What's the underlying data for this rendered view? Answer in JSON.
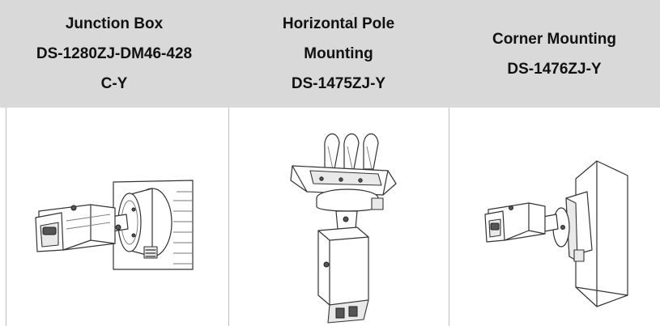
{
  "columns": [
    {
      "title_lines": [
        "Junction Box",
        "DS-1280ZJ-DM46-428",
        "C-Y"
      ],
      "image_icon": "camera-junction-box-illustration"
    },
    {
      "title_lines": [
        "Horizontal Pole",
        "Mounting",
        "DS-1475ZJ-Y"
      ],
      "image_icon": "camera-horizontal-pole-mount-illustration"
    },
    {
      "title_lines": [
        "Corner Mounting",
        "DS-1476ZJ-Y"
      ],
      "image_icon": "camera-corner-mount-illustration"
    }
  ],
  "colors": {
    "header_bg": "#d9d9d9",
    "divider": "#bfbfbf"
  }
}
